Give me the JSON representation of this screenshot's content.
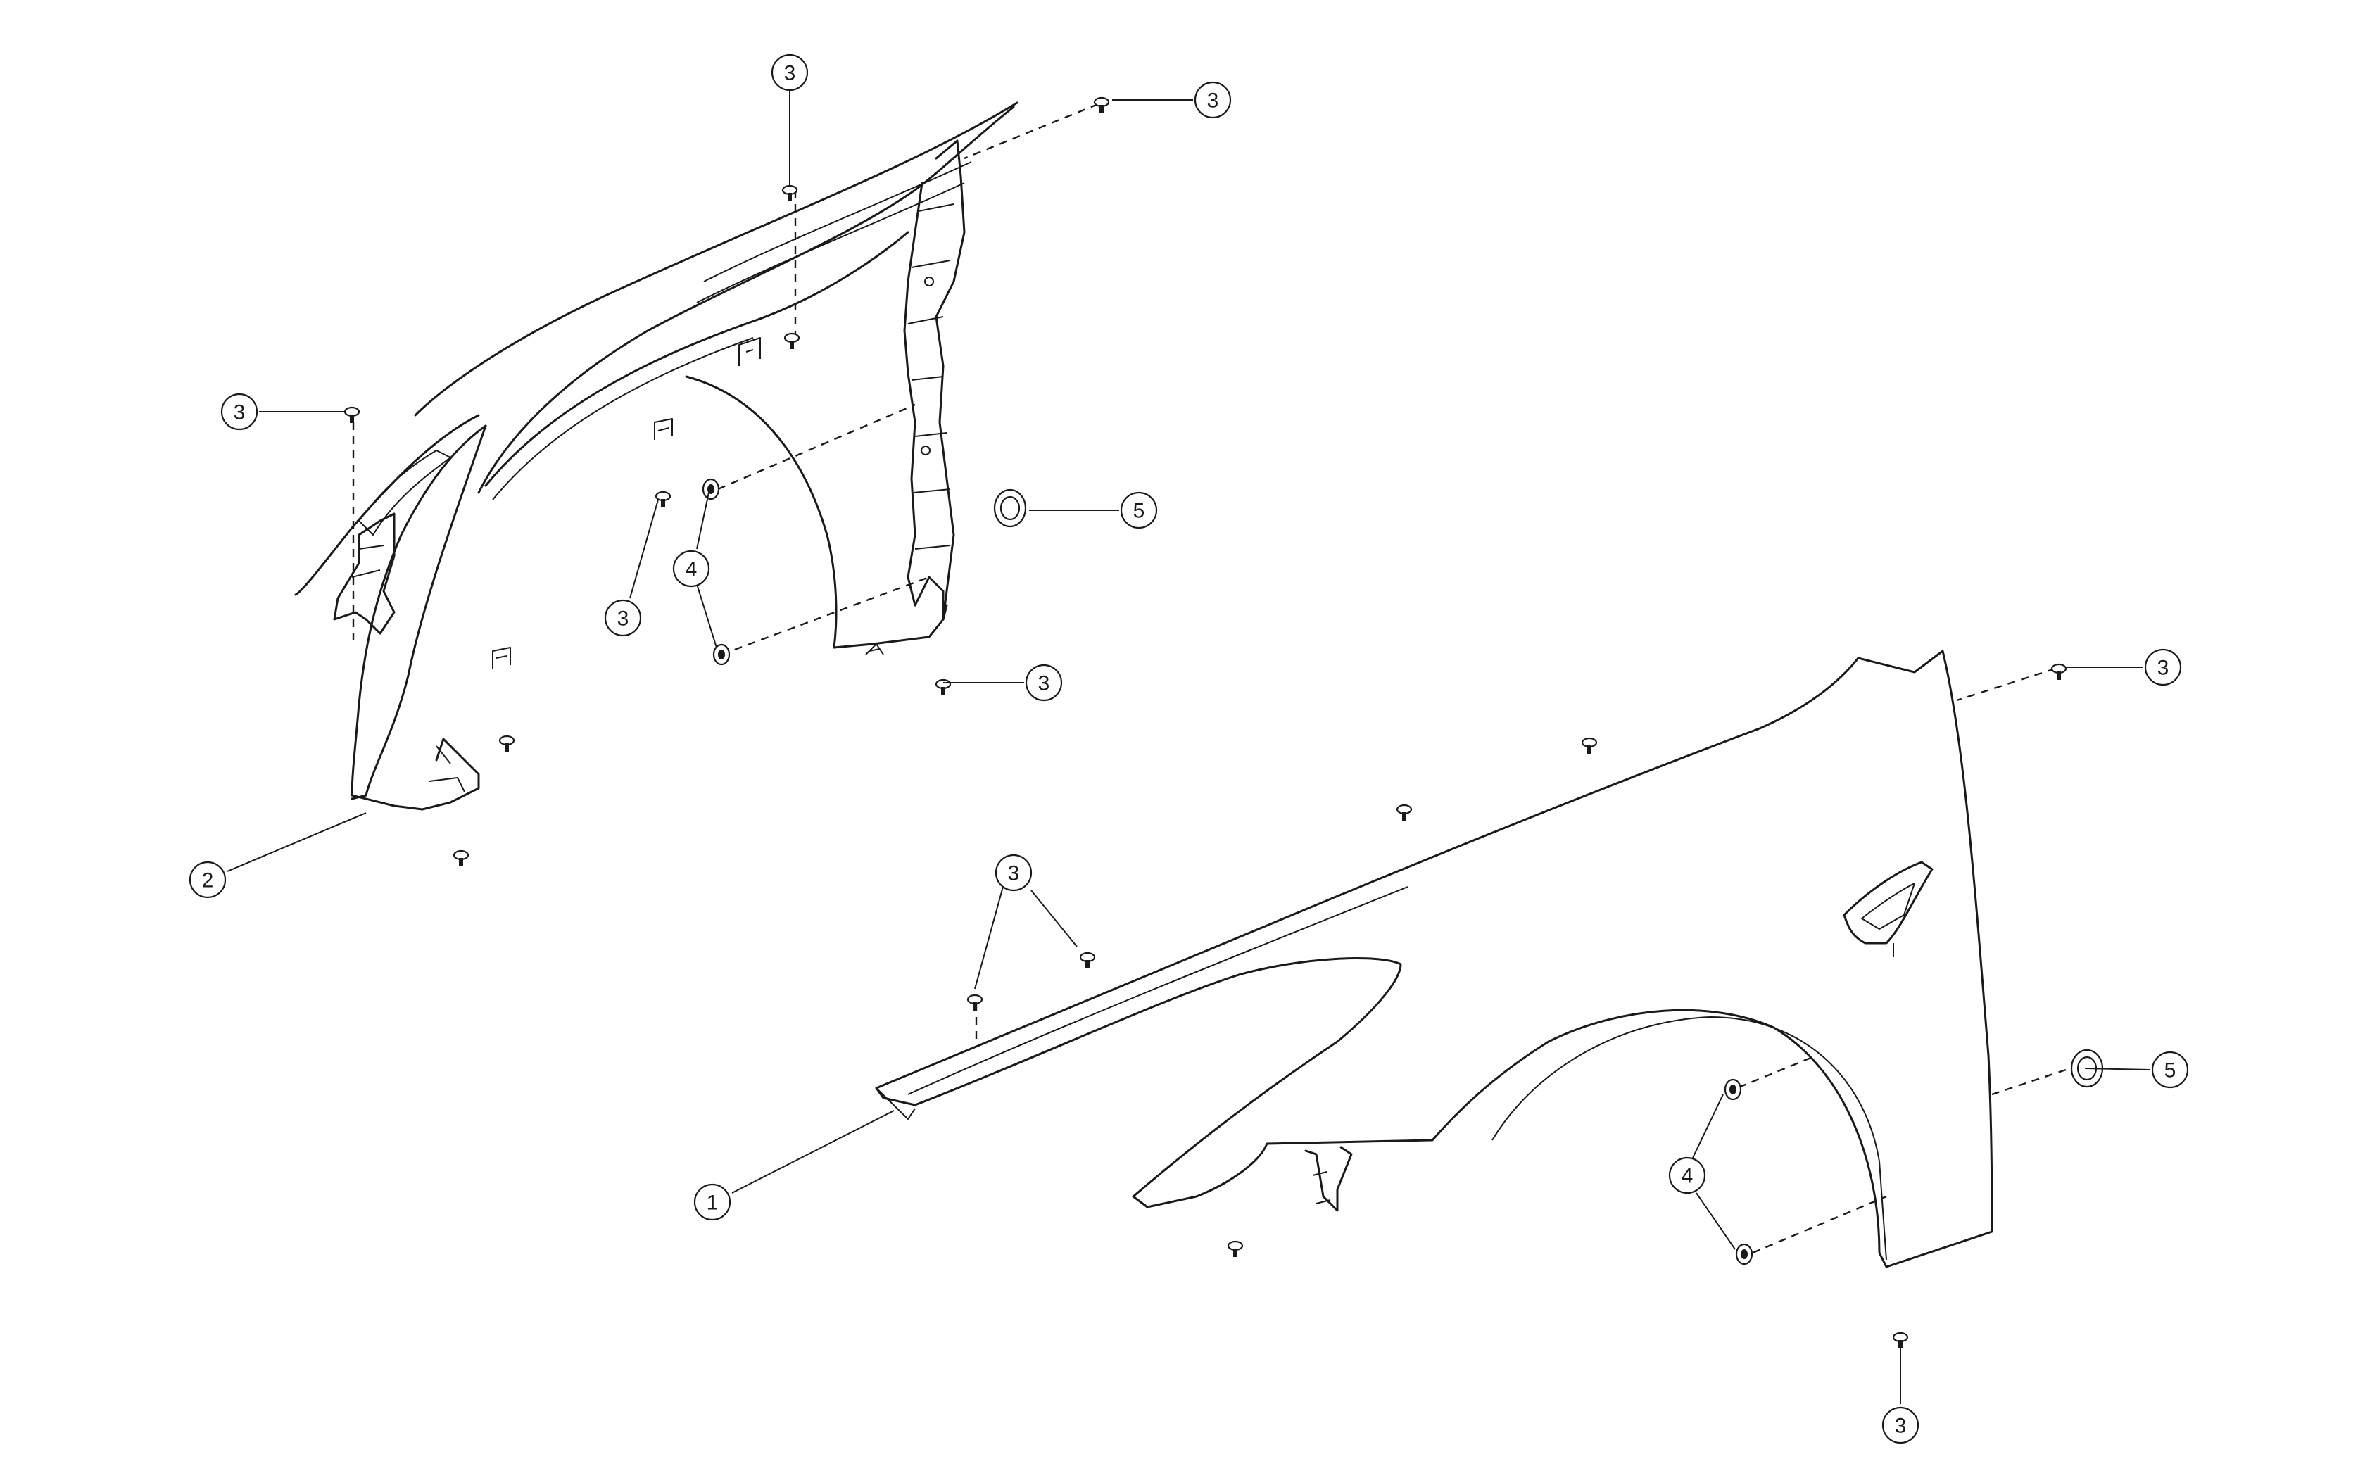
{
  "diagram": {
    "callouts": [
      {
        "label": "3"
      },
      {
        "label": "3"
      },
      {
        "label": "3"
      },
      {
        "label": "3"
      },
      {
        "label": "4"
      },
      {
        "label": "5"
      },
      {
        "label": "3"
      },
      {
        "label": "2"
      },
      {
        "label": "3"
      },
      {
        "label": "3"
      },
      {
        "label": "1"
      },
      {
        "label": "4"
      },
      {
        "label": "5"
      },
      {
        "label": "3"
      }
    ],
    "icons": {
      "fastener": "bolt-icon",
      "grommet": "grommet-icon",
      "clip": "clip-nut-icon"
    }
  }
}
